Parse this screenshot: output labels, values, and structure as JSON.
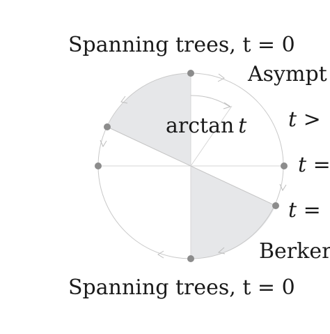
{
  "labels": {
    "top": "Spanning trees, t = 0",
    "bottom": "Spanning trees, t = 0",
    "angle_fn": "arctan",
    "angle_var": "t",
    "right_asym": "Asympt",
    "right_gt": "t >",
    "right_eq1": "t =",
    "right_eq2": "t =",
    "right_berk": "Berker"
  },
  "colors": {
    "circle": "#c8c8c8",
    "axis": "#d6d6d6",
    "sector_fill": "#e6e7e9",
    "node": "#8c8c8c",
    "arrow": "#bdbdbd",
    "text": "#1a1a1a"
  },
  "nodes": [
    {
      "name": "node-top",
      "angle_deg": 90
    },
    {
      "name": "node-upper-left",
      "angle_deg": 154
    },
    {
      "name": "node-left",
      "angle_deg": 180
    },
    {
      "name": "node-right",
      "angle_deg": 0
    },
    {
      "name": "node-lower-right",
      "angle_deg": -26
    },
    {
      "name": "node-bottom",
      "angle_deg": -90
    }
  ]
}
